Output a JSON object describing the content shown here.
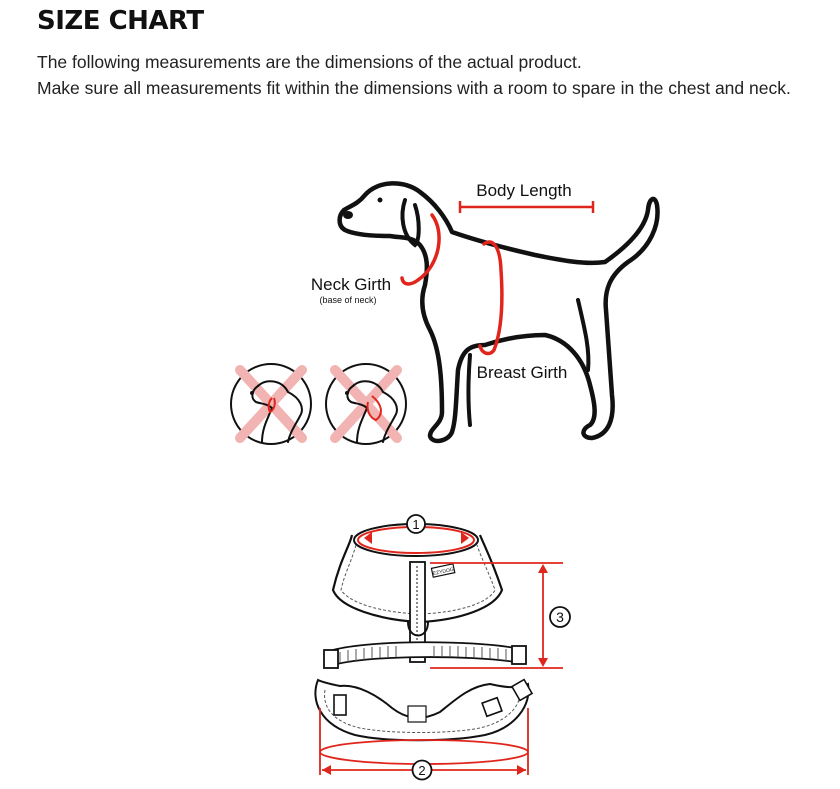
{
  "header": {
    "title": "SIZE CHART",
    "line1": "The following measurements are the dimensions of the actual product.",
    "line2": "Make sure all measurements fit within the dimensions with a room to spare in the chest and neck."
  },
  "dog_diagram": {
    "body_length": "Body Length",
    "neck_girth": "Neck Girth",
    "neck_note": "(base of neck)",
    "breast_girth": "Breast Girth"
  },
  "harness_diagram": {
    "marker_1": "1",
    "marker_2": "2",
    "marker_3": "3",
    "tag_text": "EZYDOG"
  },
  "colors": {
    "measure_red": "#e0261c",
    "cross_pink": "#f2b3b3",
    "line": "#111111"
  }
}
